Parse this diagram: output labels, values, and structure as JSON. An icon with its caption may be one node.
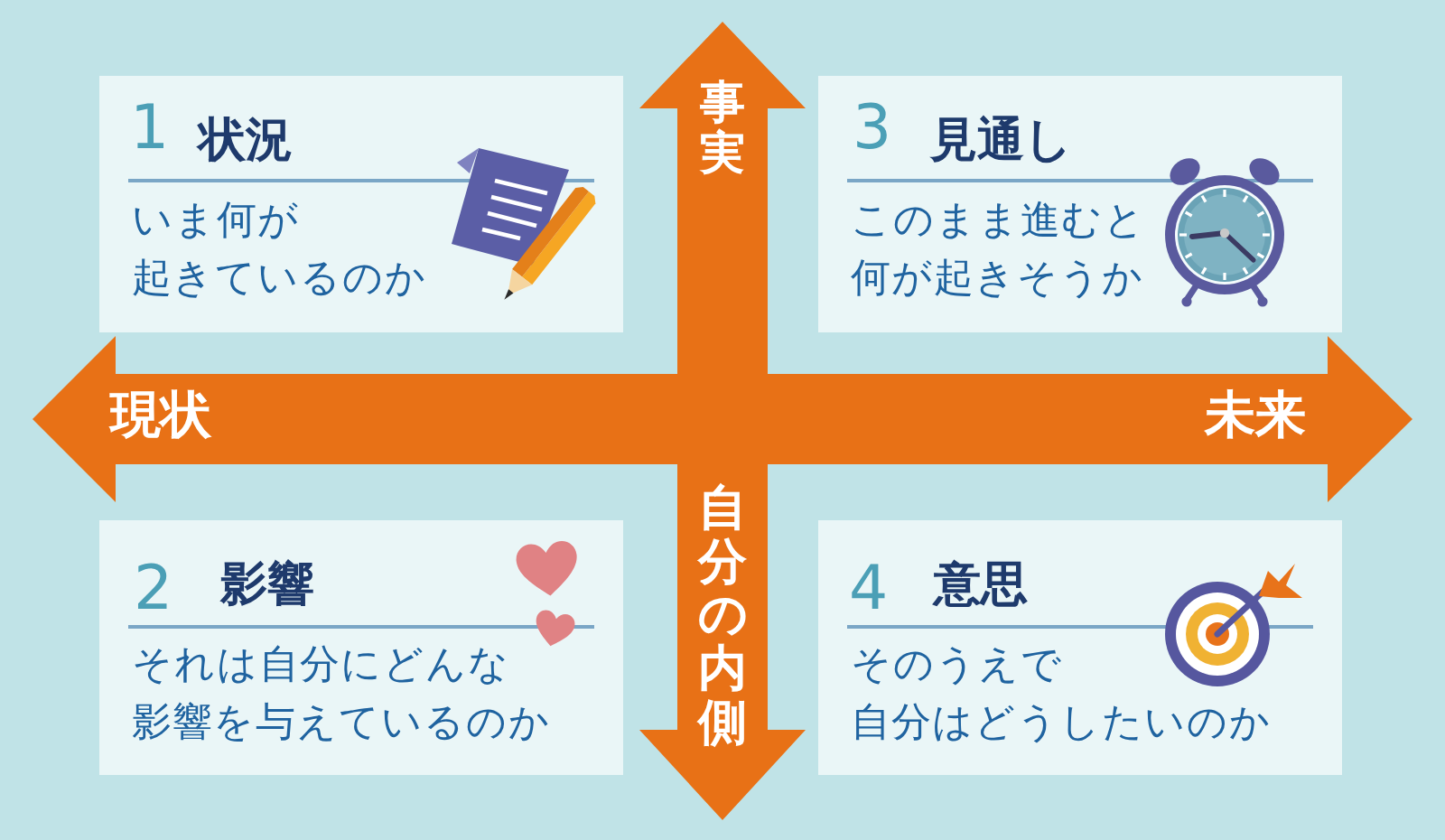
{
  "diagram": {
    "nodes": [
      {
        "text": [
          "1",
          "状況",
          "いま何が起きているのか"
        ]
      },
      {
        "text": [
          "3",
          "見通し",
          "このまま進むと何が起きそうか"
        ]
      },
      {
        "text": [
          "2",
          "影響",
          "それは自分にどんな影響を与えているのか"
        ]
      },
      {
        "text": [
          "4",
          "意思",
          "そのうえで自分はどうしたいのか"
        ]
      }
    ],
    "labels": [
      "事実",
      "現状",
      "未来",
      "自分の内側"
    ]
  }
}
